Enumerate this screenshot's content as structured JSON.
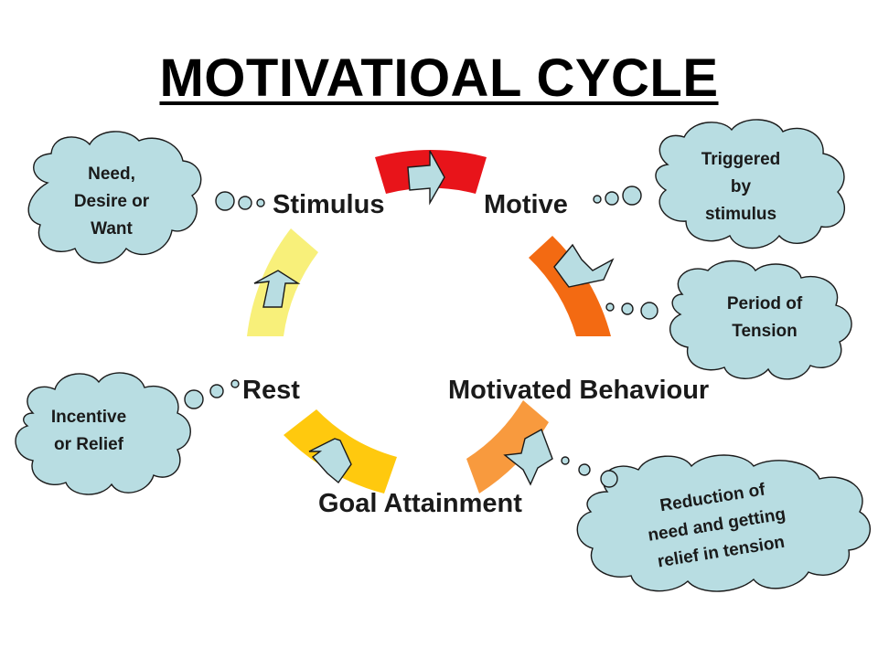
{
  "title": "MOTIVATIOAL CYCLE",
  "stages": {
    "stimulus": "Stimulus",
    "motive": "Motive",
    "motivated_behaviour": "Motivated Behaviour",
    "goal_attainment": "Goal Attainment",
    "rest": "Rest"
  },
  "notes": {
    "need": [
      "Need,",
      "Desire or",
      "Want"
    ],
    "triggered": [
      "Triggered",
      "by",
      "stimulus"
    ],
    "tension": [
      "Period of",
      "Tension"
    ],
    "incentive": [
      "Incentive",
      "or Relief"
    ],
    "reduction": [
      "Reduction of",
      "need and getting",
      "relief in tension"
    ]
  },
  "colors": {
    "segment_top": "#e8141a",
    "segment_right": "#f36a12",
    "segment_bottom_right": "#f89a3e",
    "segment_bottom_left": "#ffc90e",
    "segment_left": "#f8f07a",
    "cloud_fill": "#b8dde2"
  }
}
